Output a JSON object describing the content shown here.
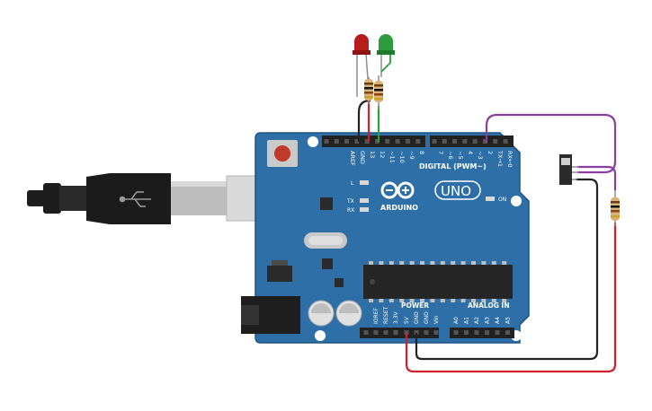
{
  "board": {
    "brand": "ARDUINO",
    "model": "UNO",
    "digital_header": "DIGITAL (PWM~)",
    "power_header": "POWER",
    "analog_header": "ANALOG IN",
    "led_labels": {
      "l": "L",
      "tx": "TX",
      "rx": "RX",
      "on": "ON"
    },
    "digital_pins": [
      "AREF",
      "GND",
      "13",
      "12",
      "~11",
      "~10",
      "~9",
      "8",
      "7",
      "~6",
      "~5",
      "4",
      "~3",
      "2",
      "TX→1",
      "RX←0"
    ],
    "power_pins": [
      "IOREF",
      "RESET",
      "3.3V",
      "5V",
      "GND",
      "GND",
      "Vin"
    ],
    "analog_pins": [
      "A0",
      "A1",
      "A2",
      "A3",
      "A4",
      "A5"
    ]
  },
  "components": {
    "led_red_color": "#b71d1d",
    "led_green_color": "#2e9b3c",
    "wire_colors": {
      "red": "#d0202a",
      "black": "#222222",
      "green": "#27a13a",
      "purple": "#8a3fa0"
    },
    "board_color": "#2d6fa6",
    "usb_cable": "usb-b-cable",
    "switch": "slide-switch"
  }
}
